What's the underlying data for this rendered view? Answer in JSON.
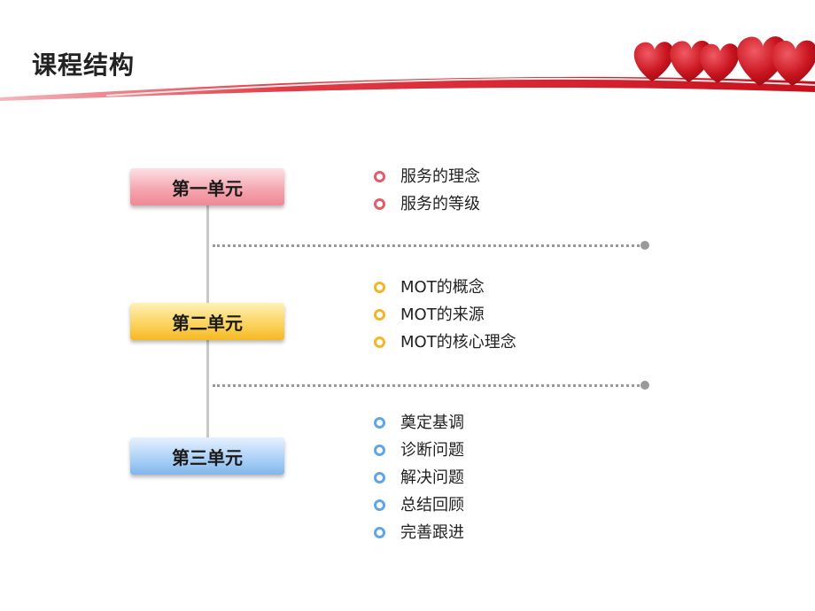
{
  "title": "课程结构",
  "units": [
    {
      "label": "第一单元",
      "items": [
        "服务的理念",
        "服务的等级"
      ]
    },
    {
      "label": "第二单元",
      "items": [
        "MOT的概念",
        "MOT的来源",
        "MOT的核心理念"
      ]
    },
    {
      "label": "第三单元",
      "items": [
        "奠定基调",
        "诊断问题",
        "解决问题",
        "总结回顾",
        "完善跟进"
      ]
    }
  ],
  "colors": {
    "swoosh": "#d4101e",
    "unit1": "#ef8995",
    "unit2": "#f6b823",
    "unit3": "#82b6ec",
    "bullet1": "#e05d6b",
    "bullet2": "#f2b628",
    "bullet3": "#5ea6e6"
  }
}
